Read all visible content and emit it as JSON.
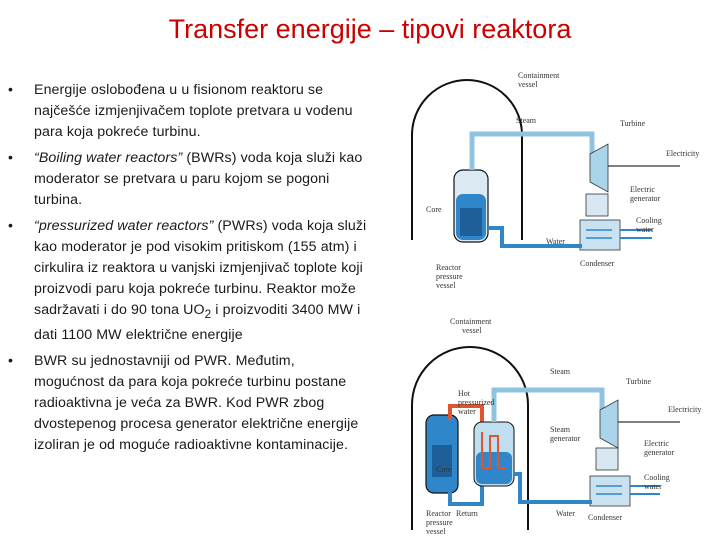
{
  "slide": {
    "title": "Transfer energije – tipovi reaktora"
  },
  "bullets": [
    {
      "marker": "•",
      "text": "Energije oslobođena u u fisionom reaktoru se najčešće izmjenjivačem toplote  pretvara u vodenu para koja pokreće turbinu."
    },
    {
      "marker": "•",
      "italic": "“Boiling water reactors”",
      "text": "(BWRs)  voda koja služi kao moderator se pretvara u paru kojom se pogoni turbina."
    },
    {
      "marker": "•",
      "italic": "“pressurized water reactors”",
      "text_a": "(PWRs)  voda koja služi kao moderator je pod visokim pritiskom (155 atm) i cirkulira iz reaktora u vanjski izmjenjivač toplote koji proizvodi paru koja pokreće turbinu. Reaktor može sadržavati i do 90 tona UO",
      "sub": "2",
      "text_b": " i proizvoditi 3400 MW i dati 1100 MW električne energije"
    },
    {
      "marker": "•",
      "text": "BWR su jednostavniji od PWR. Međutim, mogućnost da para koja pokreće turbinu postane radioaktivna je veća za BWR. Kod PWR zbog dvostepenog procesa  generator električne energije  izoliran je od moguće radioaktivne kontaminacije."
    }
  ],
  "bwr_diagram": {
    "containment": [
      "Containment",
      "vessel"
    ],
    "steam": "Steam",
    "turbine": "Turbine",
    "electricity": "Electricity",
    "core": "Core",
    "generator": [
      "Electric",
      "generator"
    ],
    "cooling": [
      "Cooling",
      "water"
    ],
    "water": "Water",
    "condenser": "Condenser",
    "reactor": [
      "Reactor",
      "pressure",
      "vessel"
    ]
  },
  "pwr_diagram": {
    "containment": [
      "Containment",
      "vessel"
    ],
    "steam": "Steam",
    "turbine": "Turbine",
    "hot_water": [
      "Hot",
      "pressurized",
      "water"
    ],
    "electricity": "Electricity",
    "steam_gen": [
      "Steam",
      "generator"
    ],
    "generator": [
      "Electric",
      "generator"
    ],
    "core": "Core",
    "cooling": [
      "Cooling",
      "water"
    ],
    "return": "Return",
    "water": "Water",
    "condenser": "Condenser",
    "reactor": [
      "Reactor",
      "pressure",
      "vessel"
    ]
  }
}
